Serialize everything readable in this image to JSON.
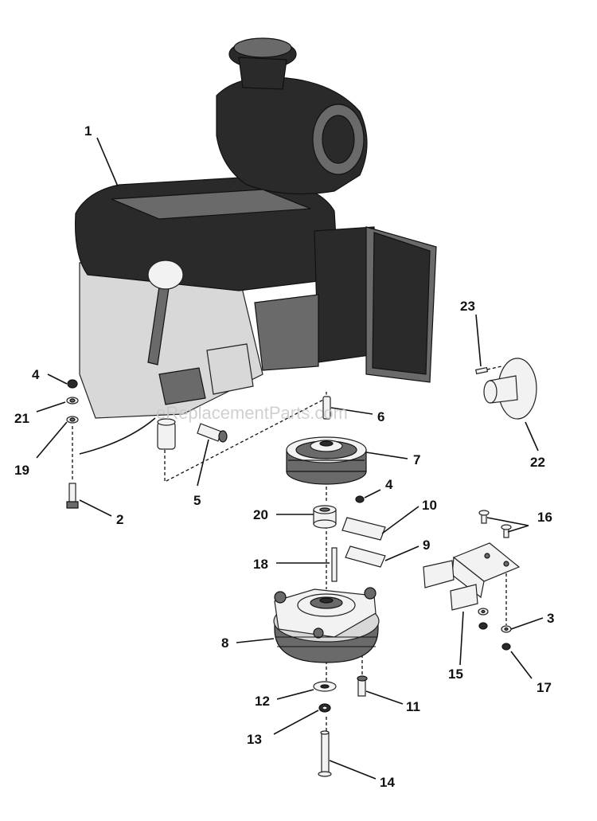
{
  "watermark": "eReplacementParts.com",
  "callouts": [
    {
      "id": "c1",
      "label": "1"
    },
    {
      "id": "c2",
      "label": "2"
    },
    {
      "id": "c3",
      "label": "3"
    },
    {
      "id": "c4a",
      "label": "4"
    },
    {
      "id": "c4b",
      "label": "4"
    },
    {
      "id": "c5",
      "label": "5"
    },
    {
      "id": "c6",
      "label": "6"
    },
    {
      "id": "c7",
      "label": "7"
    },
    {
      "id": "c8",
      "label": "8"
    },
    {
      "id": "c9",
      "label": "9"
    },
    {
      "id": "c10",
      "label": "10"
    },
    {
      "id": "c11",
      "label": "11"
    },
    {
      "id": "c12",
      "label": "12"
    },
    {
      "id": "c13",
      "label": "13"
    },
    {
      "id": "c14",
      "label": "14"
    },
    {
      "id": "c15",
      "label": "15"
    },
    {
      "id": "c16",
      "label": "16"
    },
    {
      "id": "c17",
      "label": "17"
    },
    {
      "id": "c18",
      "label": "18"
    },
    {
      "id": "c19",
      "label": "19"
    },
    {
      "id": "c20",
      "label": "20"
    },
    {
      "id": "c21",
      "label": "21"
    },
    {
      "id": "c22",
      "label": "22"
    },
    {
      "id": "c23",
      "label": "23"
    }
  ]
}
